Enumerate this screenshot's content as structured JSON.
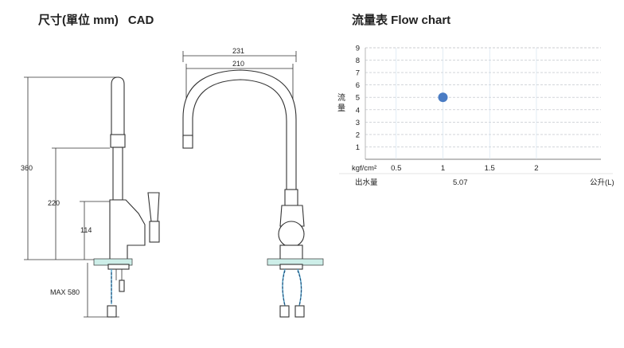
{
  "headings": {
    "cad": {
      "label": "尺寸(單位 mm)",
      "suffix": "CAD"
    },
    "flow": "流量表 Flow chart"
  },
  "cad": {
    "side_dims": {
      "total_height": "360",
      "spout_height": "220",
      "base_height": "114",
      "max_hose": "MAX 580"
    },
    "front_dims": {
      "outer_width": "231",
      "inner_width": "210"
    }
  },
  "chart_data": {
    "type": "scatter",
    "title": "流量表 Flow chart",
    "ylabel": "流量",
    "ylim": [
      0,
      9
    ],
    "yticks": [
      "1",
      "2",
      "3",
      "4",
      "5",
      "6",
      "7",
      "8",
      "9"
    ],
    "x_label": "kgf/cm²",
    "xticks": [
      "0.5",
      "1",
      "1.5",
      "2"
    ],
    "x_tick_values": [
      0.5,
      1,
      1.5,
      2
    ],
    "xlim": [
      0.17,
      2.69
    ],
    "series": [
      {
        "points": [
          {
            "x": 1,
            "y": 5
          }
        ]
      }
    ],
    "flow_row_label": "出水量",
    "flow_value": "5.07",
    "flow_unit": "公升(L)",
    "grid": true,
    "point_color": "#4a7cc4"
  }
}
